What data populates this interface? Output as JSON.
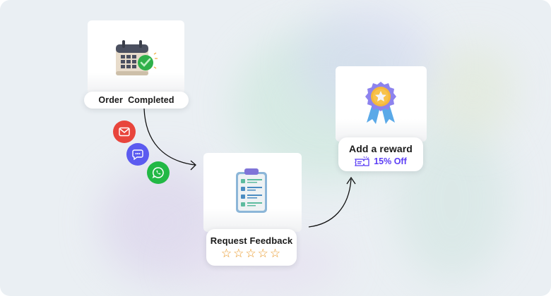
{
  "flow": {
    "steps": [
      {
        "id": "order",
        "label": "Order  Completed",
        "icon": "calendar-check-icon"
      },
      {
        "id": "feedback",
        "label": "Request Feedback",
        "icon": "clipboard-checklist-icon",
        "rating_stars": 5,
        "star_glyph": "☆"
      },
      {
        "id": "reward",
        "label": "Add a reward",
        "icon": "award-ribbon-icon",
        "offer": {
          "icon": "ticket-icon",
          "text": "15% Off"
        }
      }
    ],
    "channels": [
      {
        "name": "email",
        "icon": "mail-icon",
        "color": "#e8453c"
      },
      {
        "name": "sms",
        "icon": "chat-bubble-icon",
        "color": "#5b5bf0"
      },
      {
        "name": "whatsapp",
        "icon": "whatsapp-icon",
        "color": "#22b845"
      }
    ]
  },
  "colors": {
    "accent_purple": "#5b3df5",
    "star_orange": "#e8931f",
    "arrow": "#111111"
  }
}
